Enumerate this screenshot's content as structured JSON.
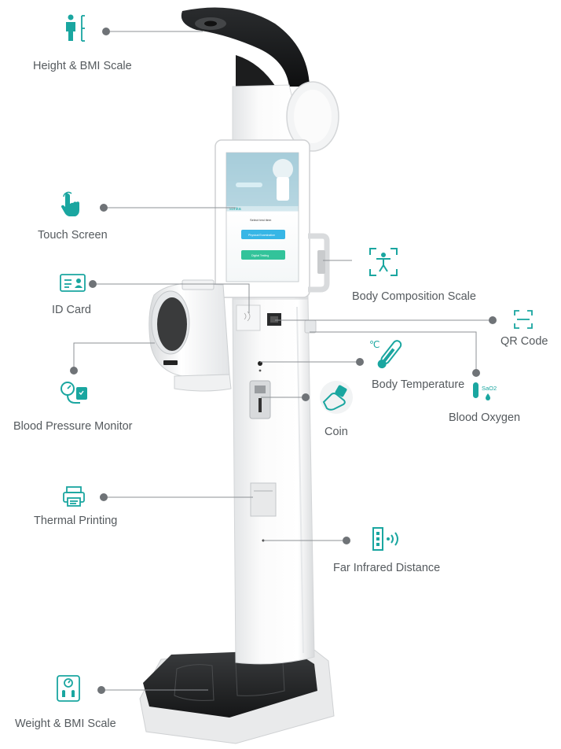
{
  "accent_color": "#1aa6a0",
  "callouts": [
    {
      "id": "height-bmi",
      "label": "Height & BMI Scale",
      "icon": "person-height-icon"
    },
    {
      "id": "touch-screen",
      "label": "Touch Screen",
      "icon": "touch-hand-icon"
    },
    {
      "id": "id-card",
      "label": "ID Card",
      "icon": "id-card-icon"
    },
    {
      "id": "blood-pressure",
      "label": "Blood Pressure Monitor",
      "icon": "blood-pressure-icon"
    },
    {
      "id": "thermal-printing",
      "label": "Thermal Printing",
      "icon": "printer-icon"
    },
    {
      "id": "weight-bmi",
      "label": "Weight & BMI Scale",
      "icon": "weight-scale-icon"
    },
    {
      "id": "body-composition",
      "label": "Body Composition Scale",
      "icon": "body-scan-icon"
    },
    {
      "id": "qr-code",
      "label": "QR Code",
      "icon": "qr-scan-icon"
    },
    {
      "id": "body-temperature",
      "label": "Body Temperature",
      "icon": "thermometer-icon"
    },
    {
      "id": "blood-oxygen",
      "label": "Blood Oxygen",
      "icon": "blood-oxygen-icon"
    },
    {
      "id": "coin",
      "label": "Coin",
      "icon": "coin-hand-icon"
    },
    {
      "id": "far-infrared",
      "label": "Far Infrared Distance",
      "icon": "infrared-sensor-icon"
    }
  ],
  "blood_oxygen_badge": "SaO2",
  "screen": {
    "brand": "sonka",
    "heading": "Select test item",
    "button_1": "Physical Examination",
    "button_2": "Digital Testing"
  }
}
